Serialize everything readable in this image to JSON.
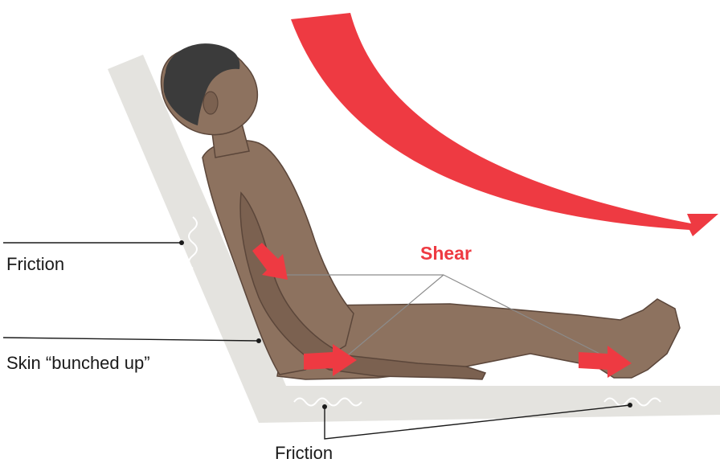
{
  "labels": {
    "friction_left": "Friction",
    "skin_bunched": "Skin “bunched up”",
    "friction_bottom": "Friction",
    "shear": "Shear"
  },
  "colors": {
    "arrow_red": "#ee3a42",
    "surface_gray": "#e4e3df",
    "skin_dark": "#7b6150",
    "skin_mid": "#8d725f",
    "hair": "#3b3b3b",
    "label_text": "#1a1a1a",
    "line": "#1a1a1a",
    "guide_line": "#8c8c8c"
  }
}
